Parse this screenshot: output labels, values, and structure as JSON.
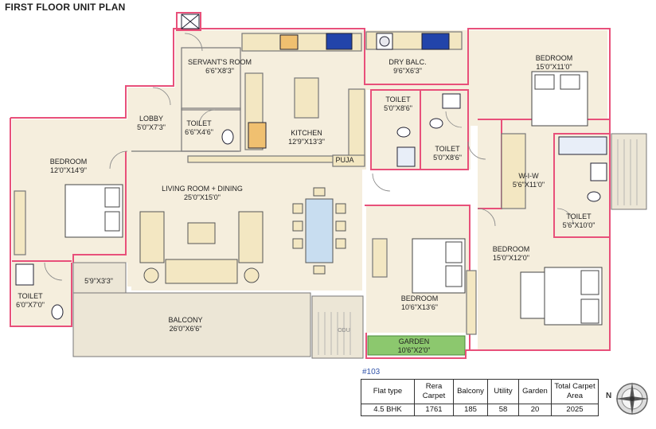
{
  "title": "FIRST FLOOR UNIT PLAN",
  "rooms": {
    "servants_room": {
      "name": "SERVANT'S ROOM",
      "size": "6'6\"X8'3\""
    },
    "toilet_servant": {
      "name": "TOILET",
      "size": "6'6\"X4'6\""
    },
    "kitchen": {
      "name": "KITCHEN",
      "size": "12'9\"X13'3\""
    },
    "dry_balcony": {
      "name": "DRY BALC.",
      "size": "9'6\"X6'3\""
    },
    "bedroom_top_right": {
      "name": "BEDROOM",
      "size": "15'0\"X11'0\""
    },
    "lobby": {
      "name": "LOBBY",
      "size": "5'0\"X7'3\""
    },
    "toilet_center_top": {
      "name": "TOILET",
      "size": "5'0\"X8'6\""
    },
    "toilet_center_bottom": {
      "name": "TOILET",
      "size": "5'0\"X8'6\""
    },
    "puja": {
      "name": "PUJA"
    },
    "bedroom_left": {
      "name": "BEDROOM",
      "size": "12'0\"X14'9\""
    },
    "living_dining": {
      "name": "LIVING ROOM + DINING",
      "size": "25'0\"X15'0\""
    },
    "wiw": {
      "name": "W-I-W",
      "size": "5'6\"X11'0\""
    },
    "toilet_right": {
      "name": "TOILET",
      "size": "5'6\"X10'0\""
    },
    "bedroom_right": {
      "name": "BEDROOM",
      "size": "15'0\"X12'0\""
    },
    "toilet_left": {
      "name": "TOILET",
      "size": "6'0\"X7'0\""
    },
    "niche": {
      "size": "5'9\"X3'3\""
    },
    "balcony": {
      "name": "BALCONY",
      "size": "26'0\"X6'6\""
    },
    "bedroom_center": {
      "name": "BEDROOM",
      "size": "10'6\"X13'6\""
    },
    "garden": {
      "name": "GARDEN",
      "size": "10'6\"X2'0\""
    },
    "odu": {
      "name": "ODU"
    }
  },
  "unit_code": "#103",
  "area_table": {
    "headers": [
      "Flat type",
      "Rera Carpet",
      "Balcony",
      "Utility",
      "Garden",
      "Total Carpet Area"
    ],
    "values": [
      "4.5 BHK",
      "1761",
      "185",
      "58",
      "20",
      "2025"
    ]
  },
  "north_label": "N",
  "colors": {
    "floor": "#f5eedd",
    "wall": "#e8507a",
    "interior_wall": "#d8c9a6",
    "balcony": "#ece6d6",
    "garden": "#8cc86e",
    "dining_table": "#c8ddf0",
    "furniture": "#f3e7c2",
    "line": "#555555"
  }
}
